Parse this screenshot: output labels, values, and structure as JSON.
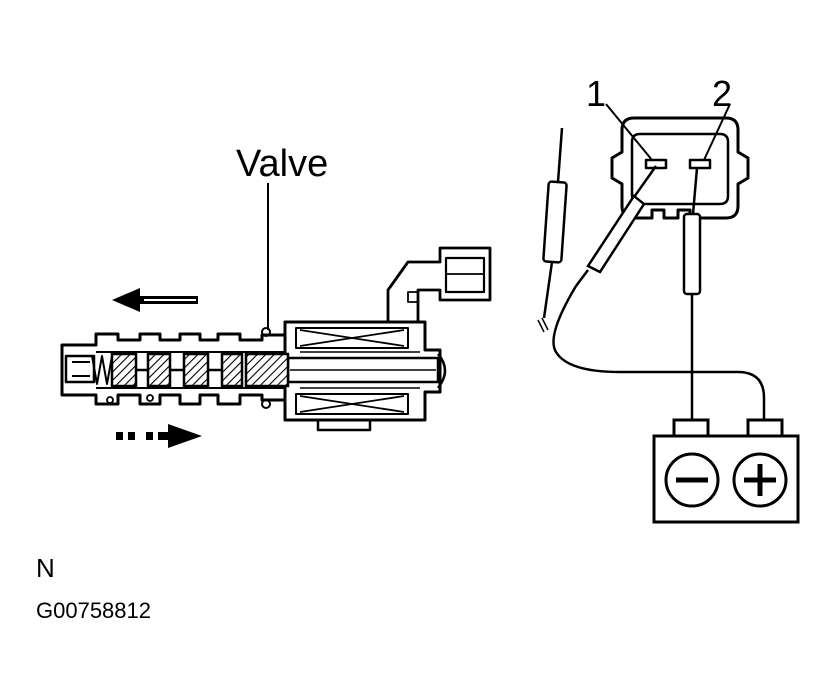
{
  "labels": {
    "valve": "Valve",
    "pin1": "1",
    "pin2": "2",
    "corner_letter": "N",
    "figure_code": "G00758812"
  },
  "colors": {
    "ink": "#000000",
    "paper": "#ffffff"
  },
  "icons": {
    "battery_negative": "minus-icon",
    "battery_positive": "plus-icon",
    "movement_left": "arrow-left-icon",
    "movement_right": "arrow-right-dashed-icon"
  }
}
